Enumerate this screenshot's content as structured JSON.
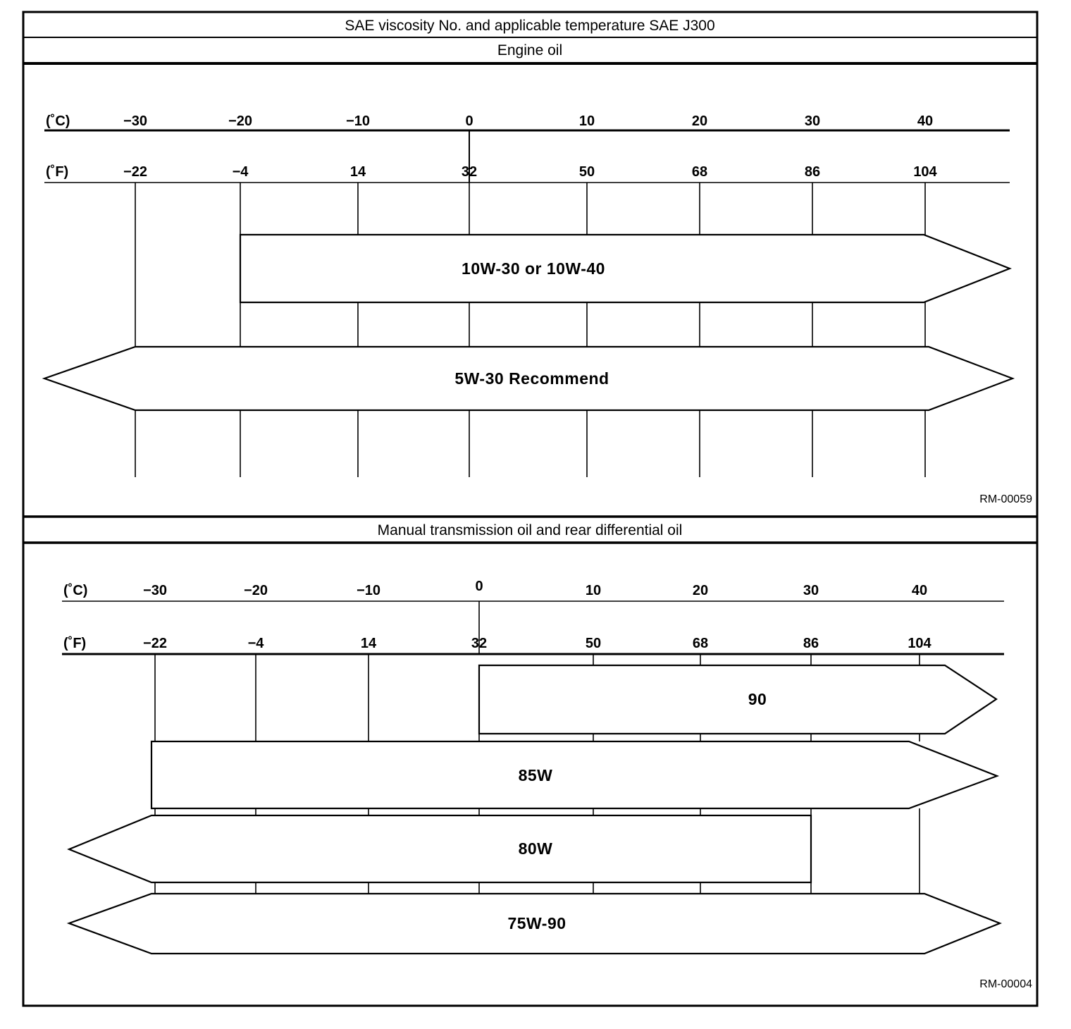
{
  "page": {
    "title": "SAE viscosity No. and applicable temperature SAE J300"
  },
  "scale": {
    "c_unit": "(˚C)",
    "f_unit": "(˚F)",
    "c": [
      "−30",
      "−20",
      "−10",
      "0",
      "10",
      "20",
      "30",
      "40"
    ],
    "f": [
      "−22",
      "−4",
      "14",
      "32",
      "50",
      "68",
      "86",
      "104"
    ]
  },
  "chart_data": [
    {
      "type": "range-arrows",
      "title": "Engine oil",
      "ref_code": "RM-00059",
      "x_axis": {
        "celsius_label": "(˚C)",
        "fahrenheit_label": "(˚F)",
        "celsius_ticks": [
          -30,
          -20,
          -10,
          0,
          10,
          20,
          30,
          40
        ],
        "fahrenheit_ticks": [
          -22,
          -4,
          14,
          32,
          50,
          68,
          86,
          104
        ],
        "celsius_range_shown": [
          -30,
          40
        ]
      },
      "series": [
        {
          "name": "10W-30 or 10W-40",
          "range_c": [
            -20,
            40
          ],
          "arrow_low": false,
          "arrow_high": true
        },
        {
          "name": "5W-30 Recommend",
          "range_c": [
            -30,
            40
          ],
          "arrow_low": true,
          "arrow_high": true
        }
      ]
    },
    {
      "type": "range-arrows",
      "title": "Manual transmission oil and rear differential oil",
      "ref_code": "RM-00004",
      "x_axis": {
        "celsius_label": "(˚C)",
        "fahrenheit_label": "(˚F)",
        "celsius_ticks": [
          -30,
          -20,
          -10,
          0,
          10,
          20,
          30,
          40
        ],
        "fahrenheit_ticks": [
          -22,
          -4,
          14,
          32,
          50,
          68,
          86,
          104
        ],
        "celsius_range_shown": [
          -30,
          40
        ]
      },
      "series": [
        {
          "name": "90",
          "range_c": [
            0,
            40
          ],
          "arrow_low": false,
          "arrow_high": true
        },
        {
          "name": "85W",
          "range_c": [
            -30,
            40
          ],
          "arrow_low": false,
          "arrow_high": true
        },
        {
          "name": "80W",
          "range_c": [
            -30,
            30
          ],
          "arrow_low": true,
          "arrow_high": false
        },
        {
          "name": "75W-90",
          "range_c": [
            -30,
            40
          ],
          "arrow_low": true,
          "arrow_high": true
        }
      ]
    }
  ]
}
